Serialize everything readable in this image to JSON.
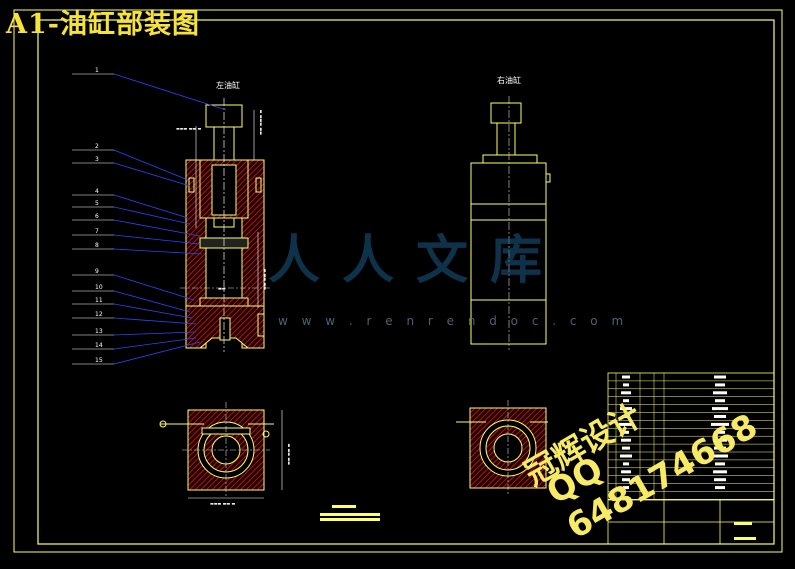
{
  "title": "A1-油缸部装图",
  "view_labels": {
    "left": "左油缸",
    "right": "右油缸"
  },
  "balloons": [
    "1",
    "2",
    "3",
    "4",
    "5",
    "6",
    "7",
    "8",
    "9",
    "10",
    "11",
    "12",
    "13",
    "14",
    "15"
  ],
  "watermark": {
    "logo": "人人文库",
    "url": "w w w . r e n r e n d o c . c o m",
    "line1": "冠辉设计",
    "line2": "QQ 648174668"
  },
  "colors": {
    "frame": "#ffff66",
    "outline": "#ffff66",
    "section": "#d01818",
    "leader": "#2a45ff",
    "dim": "#ffffff",
    "centerline": "#d6d6d6"
  }
}
